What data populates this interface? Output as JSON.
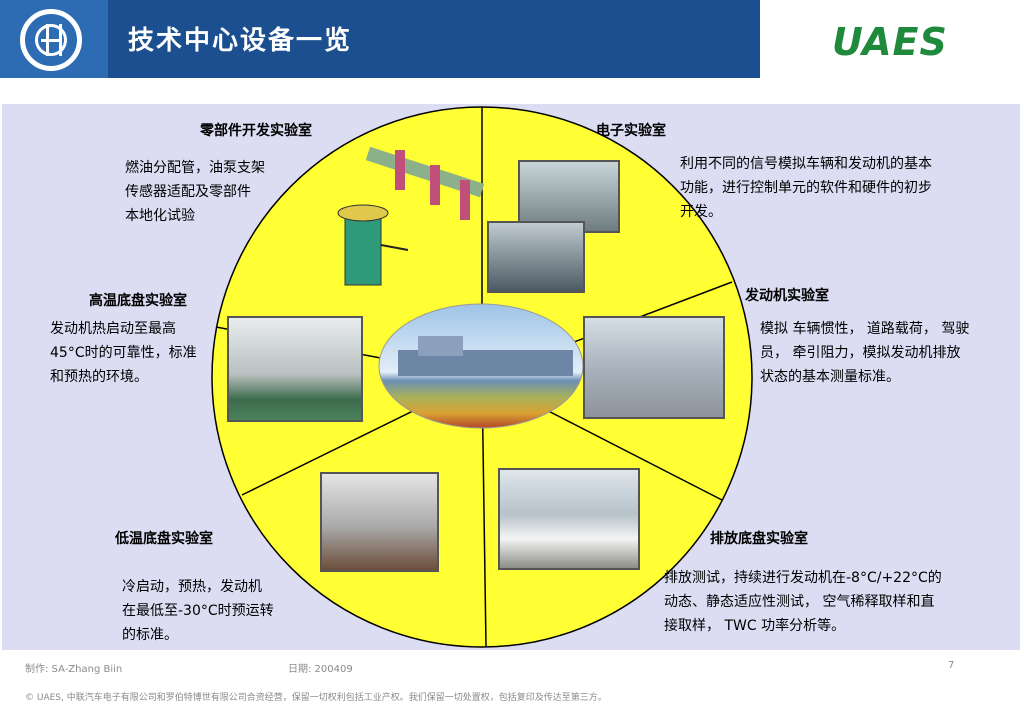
{
  "header": {
    "title": "技术中心设备一览",
    "brand": "UAES",
    "logo_icon": "bosch-logo-icon",
    "band_color": "#1b4f8f"
  },
  "labs": {
    "parts": {
      "title": "零部件开发实验室",
      "lines": [
        "燃油分配管，油泵支架",
        "传感器适配及零部件",
        "本地化试验"
      ]
    },
    "electronic": {
      "title": "电子实验室",
      "lines": [
        "利用不同的信号模拟车辆和发动机的基本",
        "功能，进行控制单元的软件和硬件的初步",
        "开发。"
      ]
    },
    "high_temp": {
      "title": "高温底盘实验室",
      "lines": [
        "发动机热启动至最高",
        "45°C时的可靠性，标准",
        "和预热的环境。"
      ]
    },
    "engine": {
      "title": "发动机实验室",
      "lines": [
        "模拟 车辆惯性， 道路载荷， 驾驶",
        "员， 牵引阻力，模拟发动机排放",
        "状态的基本测量标准。"
      ]
    },
    "low_temp": {
      "title": "低温底盘实验室",
      "lines": [
        "冷启动，预热，发动机",
        "在最低至-30°C时预运转",
        "的标准。"
      ]
    },
    "emission": {
      "title": "排放底盘实验室",
      "lines": [
        "排放测试，持续进行发动机在-8°C/+22°C的",
        "动态、静态适应性测试， 空气稀释取样和直",
        "接取样， TWC 功率分析等。"
      ]
    }
  },
  "footer": {
    "author": "制作: SA-Zhang Biin",
    "date": "日期: 200409",
    "page": "7",
    "copyright": "© UAES, 中联汽车电子有限公司和罗伯特博世有限公司合资经营，保留一切权利包括工业产权。我们保留一切处置权，包括复印及传达至第三方。"
  },
  "colors": {
    "wheel": "#ffff33",
    "panel": "#dcdcf3",
    "brand": "#1f8a3c"
  }
}
